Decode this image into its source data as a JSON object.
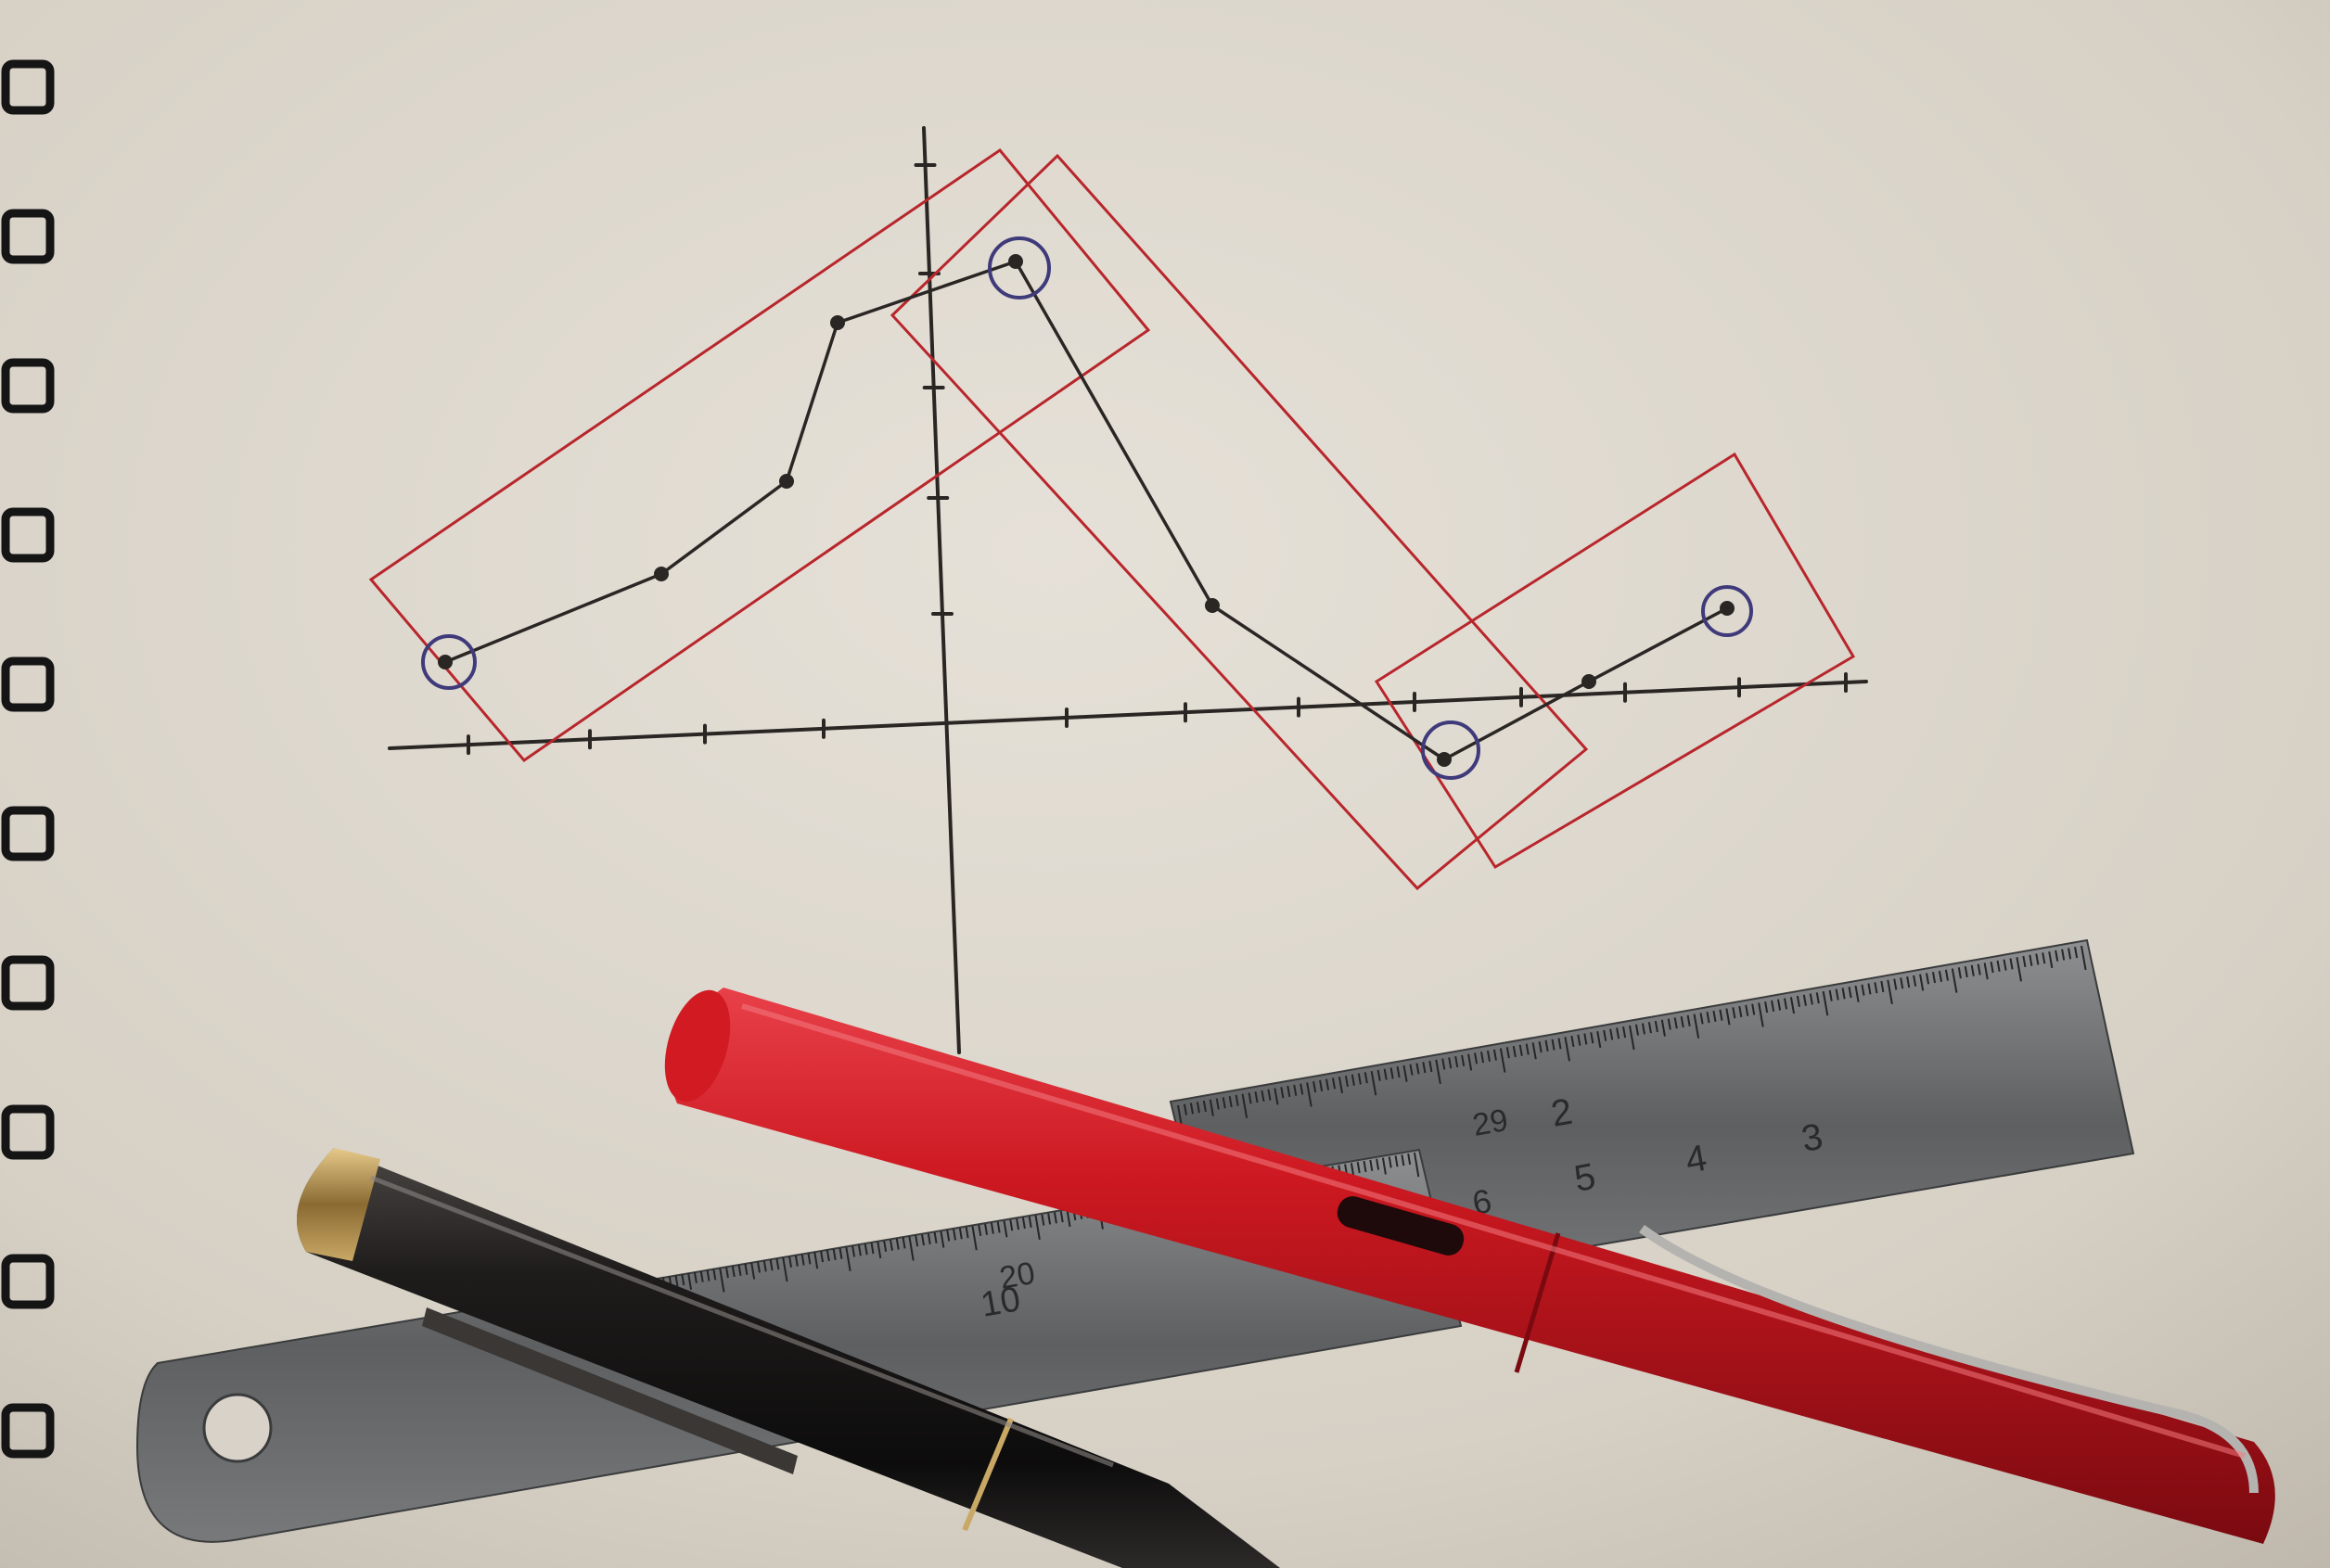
{
  "scene": {
    "paper_color": "#dcd6cc",
    "ink_color": "#2a2624",
    "box_color": "#b8262c",
    "circle_color": "#3f3a7a",
    "ruler_color": "#6f7173",
    "red_pen_color": "#c8161e",
    "black_pen_color": "#1c1a19",
    "binding_color": "#151515"
  },
  "objects": [
    {
      "name": "spiral-binding",
      "icon": "spiral-binding-icon"
    },
    {
      "name": "hand-drawn-axes",
      "icon": "axes-icon"
    },
    {
      "name": "hand-drawn-polyline",
      "icon": "line-graph-icon"
    },
    {
      "name": "circled-points",
      "count": 4,
      "icon": "circle-icon"
    },
    {
      "name": "red-rectangles",
      "count": 3,
      "icon": "rectangle-icon"
    },
    {
      "name": "metal-ruler-back",
      "icon": "ruler-icon"
    },
    {
      "name": "metal-ruler-front",
      "icon": "ruler-icon"
    },
    {
      "name": "red-fountain-pen",
      "icon": "pen-icon"
    },
    {
      "name": "black-fountain-pen",
      "icon": "pen-icon"
    }
  ],
  "ruler_markings": [
    "29",
    "2",
    "5",
    "4",
    "3",
    "6",
    "10",
    "20"
  ]
}
